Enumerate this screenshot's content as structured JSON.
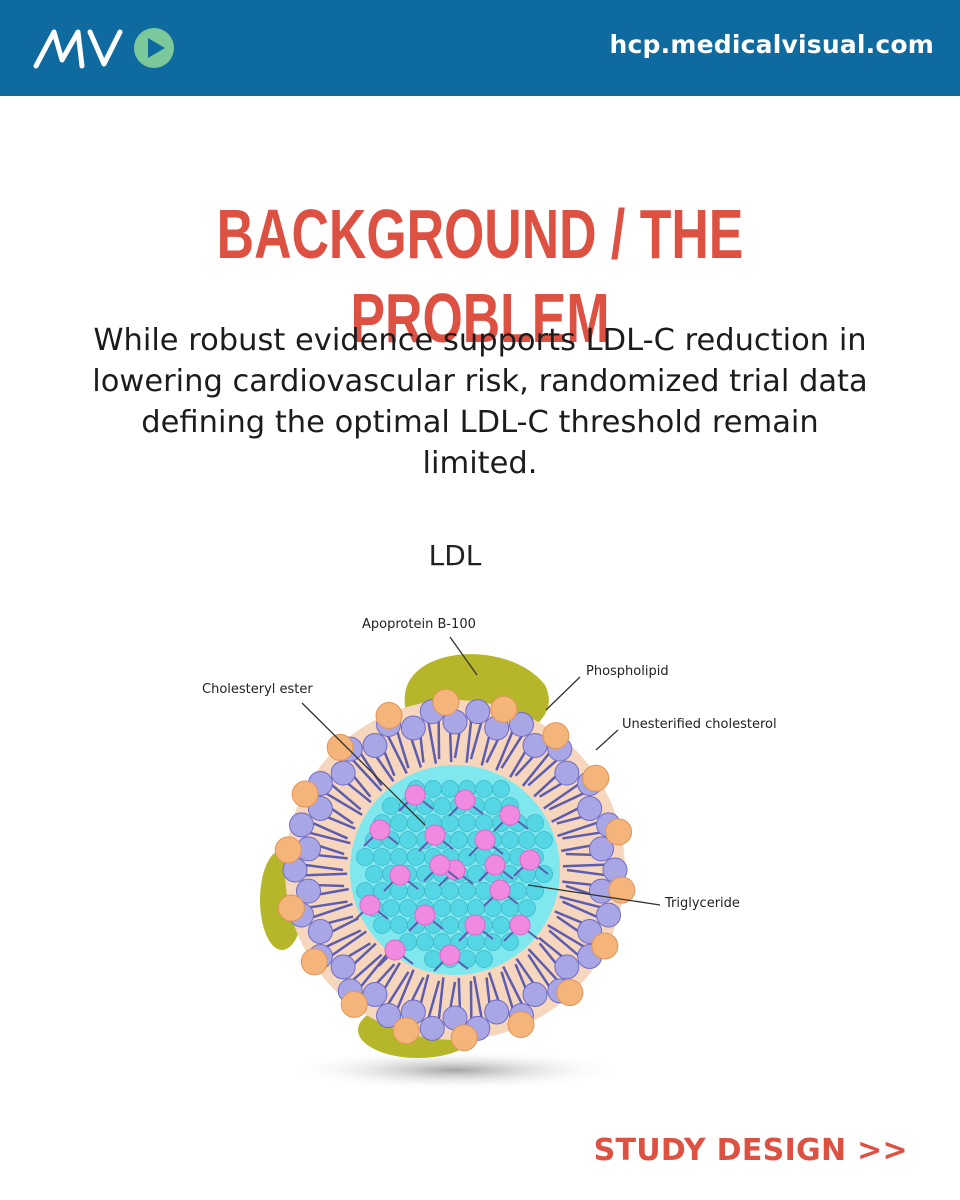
{
  "header": {
    "logo_text": "MV",
    "url": "hcp.medicalvisual.com",
    "brand_color": "#0f6aa0",
    "logo_accent_color": "#7bc99a"
  },
  "title": "BACKGROUND / THE PROBLEM",
  "title_color": "#dd5143",
  "intro_text": "While robust evidence supports LDL-C reduction in lowering cardiovascular risk, randomized trial data defining the optimal LDL-C threshold remain limited.",
  "diagram": {
    "title": "LDL",
    "labels": {
      "apoprotein": "Apoprotein B-100",
      "phospholipid": "Phospholipid",
      "cholesteryl_ester": "Cholesteryl ester",
      "unesterified_cholesterol": "Unesterified cholesterol",
      "triglyceride": "Triglyceride"
    },
    "colors": {
      "apoprotein": "#b6b62a",
      "phospholipid_head": "#a9a6e6",
      "phospholipid_tail": "#5c5cb0",
      "cholesterol": "#f5b47a",
      "shell": "#f6d7bd",
      "core": "#7ee8ee",
      "core_sphere": "#55d6e4",
      "triglyceride": "#f08ae0"
    }
  },
  "footer": {
    "next_label": "STUDY DESIGN >>"
  }
}
